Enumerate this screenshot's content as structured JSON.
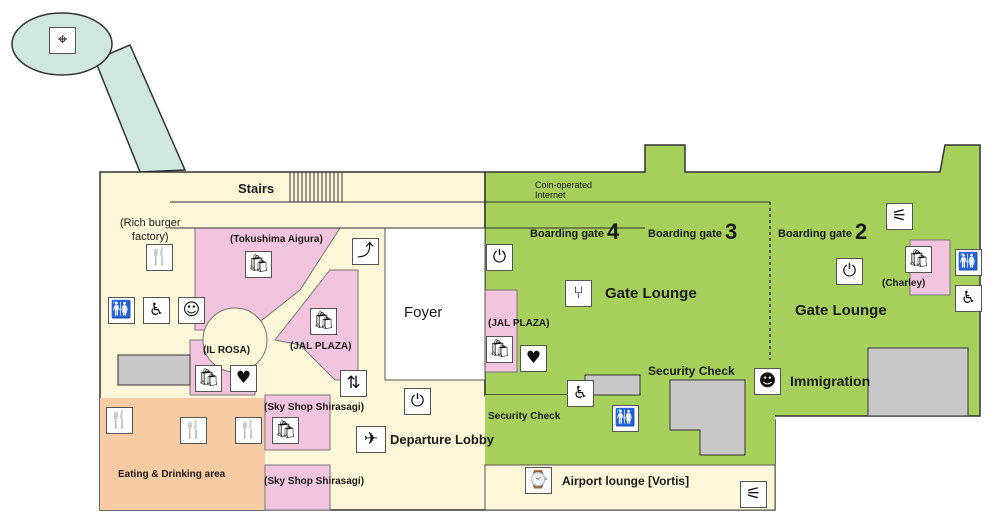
{
  "floor_map": {
    "labels": {
      "stairs": "Stairs",
      "rich_burger": "(Rich burger\nfactory)",
      "tokushima_aigura": "(Tokushima Aigura)",
      "il_rosa": "(IL ROSA)",
      "jal_plaza_left": "(JAL PLAZA)",
      "jal_plaza_right": "(JAL PLAZA)",
      "foyer": "Foyer",
      "sky_shop_1": "(Sky Shop Shirasagi)",
      "sky_shop_2": "(Sky Shop Shirasagi)",
      "departure_lobby": "Departure Lobby",
      "eating_area": "Eating & Drinking area",
      "coin_internet": "Coin-operated\nInternet",
      "gate4_text": "Boarding gate",
      "gate4_num": "4",
      "gate3_text": "Boarding gate",
      "gate3_num": "3",
      "gate2_text": "Boarding gate",
      "gate2_num": "2",
      "gate_lounge_left": "Gate Lounge",
      "gate_lounge_right": "Gate Lounge",
      "charley": "(Charley)",
      "security_check_main": "Security Check",
      "security_check_small": "Security Check",
      "immigration": "Immigration",
      "airport_lounge": "Airport lounge [Vortis]"
    },
    "icons": {
      "observation": "observation-deck-icon",
      "restaurant": "restaurant-icon",
      "restroom": "restroom-icon",
      "wheelchair": "wheelchair-icon",
      "baby_room": "baby-room-icon",
      "shopping": "shopping-icon",
      "aed": "aed-icon",
      "escalator": "escalator-icon",
      "elevator": "elevator-icon",
      "power_outlet": "power-outlet-icon",
      "departure": "departure-icon",
      "smoking": "smoking-area-icon",
      "waiting": "waiting-lounge-icon",
      "immigration_officer": "immigration-officer-icon",
      "lounge": "airport-lounge-icon"
    },
    "colors": {
      "concourse": "#fdf6d8",
      "gate_area": "#a6cf5c",
      "shop": "#f2c4dd",
      "restaurant": "#f7cba3",
      "restricted": "#c8c8c8",
      "observation": "#cfe7dc",
      "foyer": "#ffffff"
    }
  }
}
